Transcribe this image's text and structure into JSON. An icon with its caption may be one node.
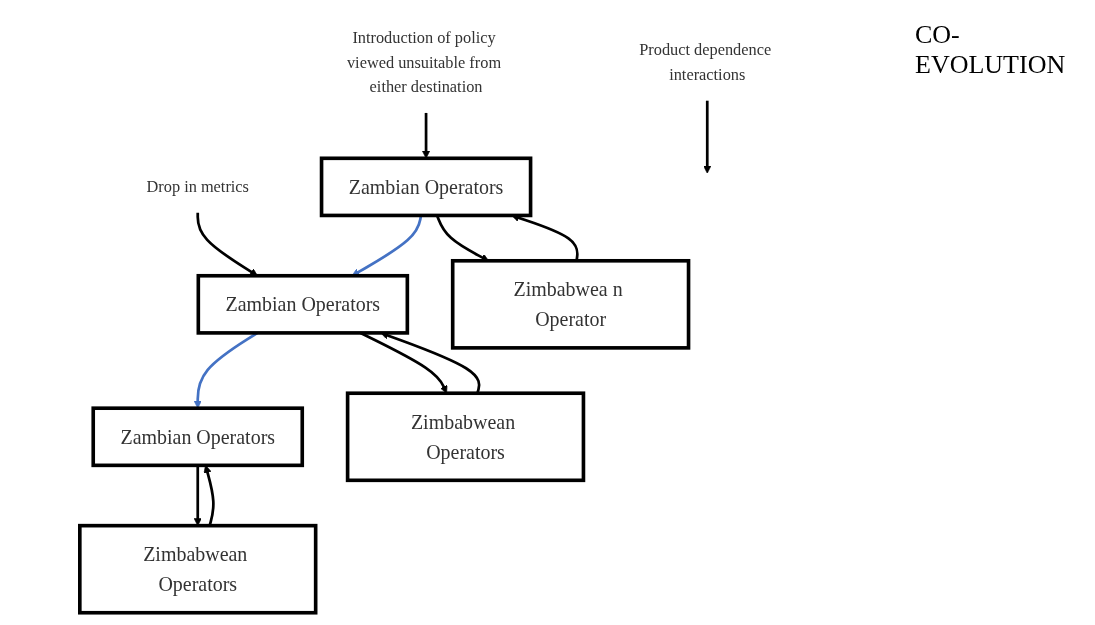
{
  "diagram": {
    "nodes": [
      {
        "text": [
          "Introduction of policy viewed unsuitable from either destination"
        ]
      },
      {
        "text": [
          "Drop in metrics"
        ]
      },
      {
        "text": [
          "Zambian Operators"
        ]
      },
      {
        "text": [
          "Zambian Operators"
        ]
      },
      {
        "text": [
          "Zambian Operators"
        ]
      },
      {
        "text": [
          "Zimbabwea n Operator"
        ]
      },
      {
        "text": [
          "Zimbabwean Operators"
        ]
      },
      {
        "text": [
          "Zimbabwean Operators"
        ]
      },
      {
        "text": [
          "Product dependence interactions"
        ]
      }
    ],
    "edges": [
      {
        "from": 0,
        "to": 2,
        "arrow": "to"
      },
      {
        "from": 1,
        "to": 3,
        "arrow": "to"
      },
      {
        "from": 2,
        "to": 3,
        "arrow": "to",
        "color": "#4472c4"
      },
      {
        "from": 3,
        "to": 4,
        "arrow": "to",
        "color": "#4472c4"
      },
      {
        "from": 2,
        "to": 5,
        "arrow": "to"
      },
      {
        "from": 5,
        "to": 2,
        "arrow": "to"
      },
      {
        "from": 3,
        "to": 6,
        "arrow": "to"
      },
      {
        "from": 6,
        "to": 3,
        "arrow": "to"
      },
      {
        "from": 4,
        "to": 7,
        "arrow": "to"
      },
      {
        "from": 7,
        "to": 4,
        "arrow": "to"
      },
      {
        "from": 8,
        "to": null,
        "arrow": "to"
      }
    ],
    "labels": [
      "CO- EVOLUTION"
    ]
  }
}
